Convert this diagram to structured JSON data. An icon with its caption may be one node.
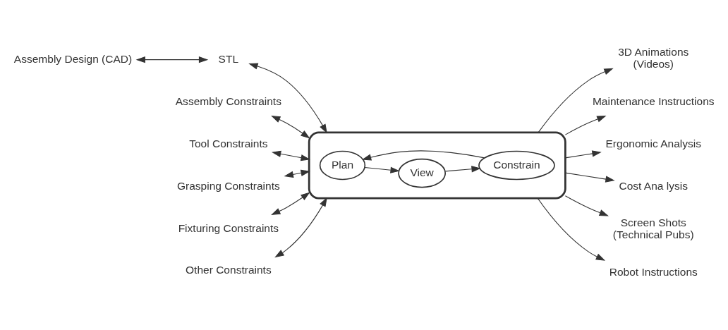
{
  "diagram": {
    "nodes": [
      {
        "text": [],
        "shape": "box"
      },
      {
        "text": [
          "Plan"
        ],
        "in": 0
      },
      {
        "text": [
          "View"
        ],
        "in": 0
      },
      {
        "text": [
          "Constrain"
        ],
        "in": 0
      },
      {
        "text": [
          "Assembly Design (CAD)"
        ]
      },
      {
        "text": [
          "STL"
        ]
      },
      {
        "text": [
          "Assembly Constraints"
        ]
      },
      {
        "text": [
          "Tool Constraints"
        ]
      },
      {
        "text": [
          "Grasping Constraints"
        ]
      },
      {
        "text": [
          "Fixturing Constraints"
        ]
      },
      {
        "text": [
          "Other Constraints"
        ]
      },
      {
        "text": [
          "3D Animations",
          "(Videos)"
        ]
      },
      {
        "text": [
          "Maintenance Instructions"
        ]
      },
      {
        "text": [
          "Ergonomic Analysis"
        ]
      },
      {
        "text": [
          "Cost Ana lysis"
        ]
      },
      {
        "text": [
          "Screen Shots",
          "(Technical Pubs)"
        ]
      },
      {
        "text": [
          "Robot Instructions"
        ]
      }
    ],
    "edges": [
      {
        "from": 1,
        "to": 2,
        "arrow": "to"
      },
      {
        "from": 2,
        "to": 3,
        "arrow": "to"
      },
      {
        "from": 3,
        "to": 1,
        "arrow": "to"
      },
      {
        "from": 4,
        "to": 5,
        "arrow": "both"
      },
      {
        "from": 5,
        "to": 0,
        "arrow": "both"
      },
      {
        "from": 6,
        "to": 0,
        "arrow": "both"
      },
      {
        "from": 7,
        "to": 0,
        "arrow": "both"
      },
      {
        "from": 8,
        "to": 0,
        "arrow": "both"
      },
      {
        "from": 9,
        "to": 0,
        "arrow": "both"
      },
      {
        "from": 10,
        "to": 0,
        "arrow": "both"
      },
      {
        "from": 0,
        "to": 11,
        "arrow": "to"
      },
      {
        "from": 0,
        "to": 12,
        "arrow": "to"
      },
      {
        "from": 0,
        "to": 13,
        "arrow": "to"
      },
      {
        "from": 0,
        "to": 14,
        "arrow": "to"
      },
      {
        "from": 0,
        "to": 15,
        "arrow": "to"
      },
      {
        "from": 0,
        "to": 16,
        "arrow": "to"
      }
    ]
  }
}
